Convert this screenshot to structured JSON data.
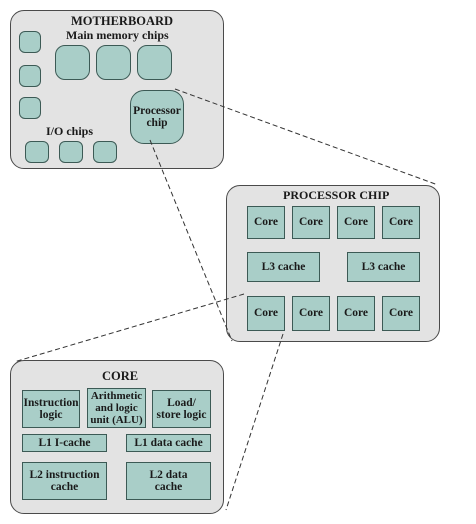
{
  "motherboard": {
    "title": "MOTHERBOARD",
    "main_memory_label": "Main memory chips",
    "io_label": "I/O chips",
    "processor_chip_label": "Processor\nchip"
  },
  "processor_chip": {
    "title": "PROCESSOR CHIP",
    "cores": [
      "Core",
      "Core",
      "Core",
      "Core",
      "Core",
      "Core",
      "Core",
      "Core"
    ],
    "l3_caches": [
      "L3 cache",
      "L3 cache"
    ]
  },
  "core": {
    "title": "CORE",
    "instruction_logic": "Instruction\nlogic",
    "alu": "Arithmetic\nand logic\nunit (ALU)",
    "load_store": "Load/\nstore logic",
    "l1_icache": "L1 I-cache",
    "l1_dcache": "L1 data cache",
    "l2_icache": "L2 instruction\ncache",
    "l2_dcache": "L2 data\ncache"
  },
  "colors": {
    "panel": "#e3e3e3",
    "chip": "#a9cec8",
    "border": "#4a4a4a"
  }
}
